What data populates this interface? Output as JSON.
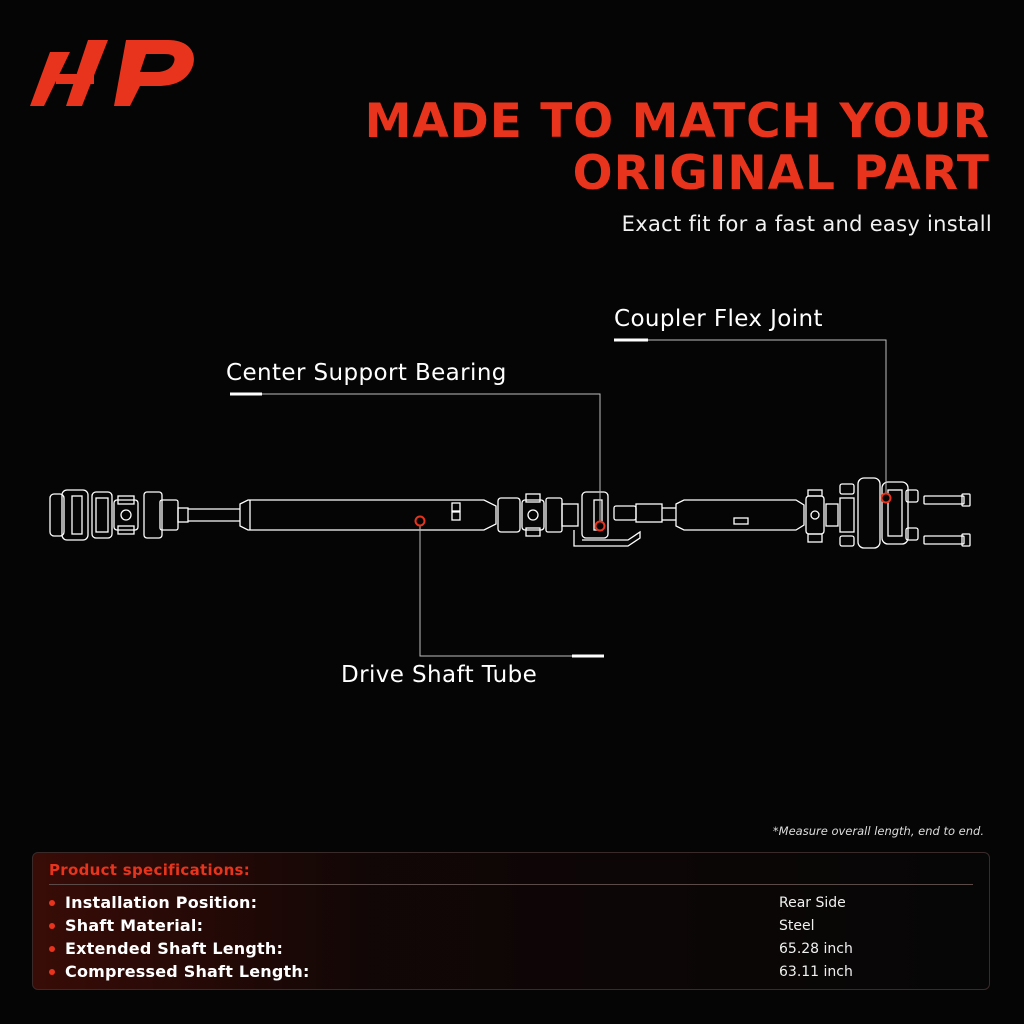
{
  "colors": {
    "accent": "#e8341c",
    "background": "#050505",
    "line": "#ffffff"
  },
  "headline": {
    "line1": "MADE TO MATCH YOUR",
    "line2": "ORIGINAL PART"
  },
  "subhead": "Exact fit for a fast and easy install",
  "callouts": {
    "coupler": "Coupler Flex Joint",
    "bearing": "Center Support Bearing",
    "tube": "Drive Shaft Tube"
  },
  "note": "*Measure overall length, end to end.",
  "specs": {
    "title": "Product specifications:",
    "rows": [
      {
        "label": "Installation Position:",
        "value": "Rear Side"
      },
      {
        "label": "Shaft Material:",
        "value": "Steel"
      },
      {
        "label": "Extended Shaft Length:",
        "value": "65.28 inch"
      },
      {
        "label": "Compressed Shaft Length:",
        "value": "63.11 inch"
      }
    ]
  }
}
